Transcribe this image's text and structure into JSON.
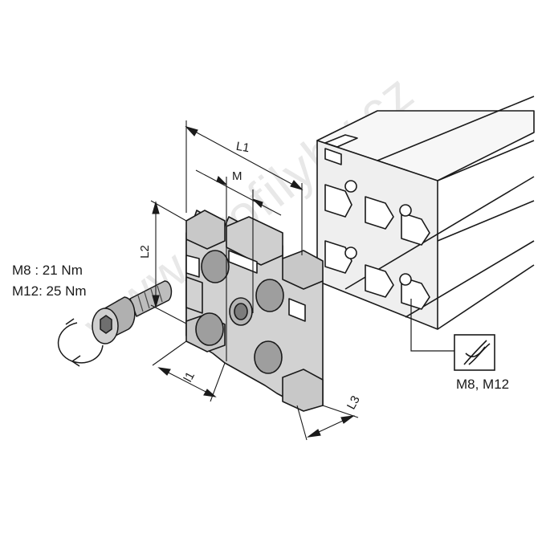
{
  "watermark": "www.profilyhv.cz",
  "torque": {
    "m8": "M8  : 21 Nm",
    "m12": "M12: 25 Nm"
  },
  "dimensions": {
    "l1": "L1",
    "m": "M",
    "l2": "L2",
    "l_small": "l1",
    "l3": "L3"
  },
  "tool_callout": "M8, M12",
  "colors": {
    "part_fill": "#d2d2d2",
    "part_shade": "#9a9a9a",
    "profile_fill": "#f2f2f2",
    "line": "#1a1a1a"
  }
}
